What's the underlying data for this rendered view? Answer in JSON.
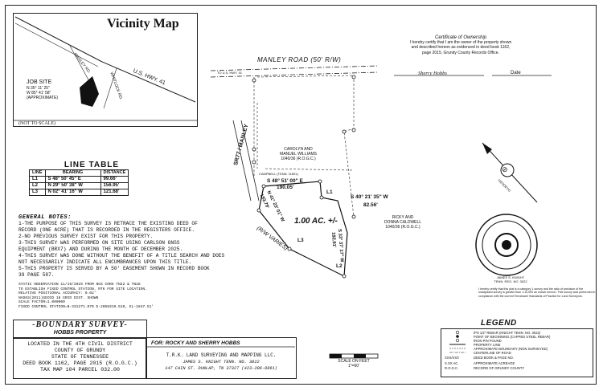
{
  "vicinity_map": {
    "title": "Vicinity Map",
    "road_manley": "MANLEY RD.",
    "road_whitlock": "WHITLOCK RD.",
    "highway": "U.S. HWY. 41",
    "job_site_label": "JOB SITE",
    "job_site_coords": [
      "N 35° 11' 25\"",
      "W 85° 41' 58\""
    ],
    "job_site_approx": "(APPROXIMATE)",
    "not_to_scale": "(NOT TO SCALE)"
  },
  "certificate": {
    "title": "Certificate of Ownership",
    "text": [
      "I hereby certify that I am the owner of the property shown",
      "and described hereon as evidenced in deed book 1162,",
      "page 2015, Grundy County Records Office."
    ],
    "signature": "Sherry Hobbs",
    "date_label": "Date"
  },
  "plat": {
    "road_label": "MANLEY ROAD (50' R/W)",
    "to_hwy": "TO U.S. HWY. 41",
    "rd_vertical": "SR77 / MANLEY",
    "adjoiner_1": [
      "CAROLYN AND",
      "MANUEL WILLIAMS",
      "1040/36 (R.O.G.C.)"
    ],
    "adjoiner_2": [
      "RICKY AND",
      "DONNA CALDWELL",
      "1040/36 (R.O.G.C.)"
    ],
    "adjoiner_3": "CAMPBELL (TENN. 11801)",
    "bearing_top": "S 48° 51' 00\" E",
    "dist_top": "190.05'",
    "bearing_right": "S 40° 21' 35\" W",
    "dist_right": "82.56'",
    "bearing_left": "N 41° 23' 01\" W",
    "dist_left": "193.79'",
    "bearing_side": "S 33° 37' 17\" W",
    "dist_side": "192.91'",
    "area": "1.00 AC. +/-",
    "rw_varies": "(R/W VARIES)",
    "l1": "L1",
    "l2": "L2",
    "l3": "L3",
    "north": "GEODETIC"
  },
  "line_table": {
    "title": "LINE TABLE",
    "headers": [
      "LINE",
      "BEARING",
      "DISTANCE"
    ],
    "rows": [
      [
        "L1",
        "S 48° 50' 45\" E",
        "99.66'"
      ],
      [
        "L2",
        "N 29° 50' 38\" W",
        "156.95'"
      ],
      [
        "L3",
        "N 02° 41' 16\" W",
        "121.68'"
      ]
    ]
  },
  "notes": {
    "title": "GENERAL NOTES:",
    "items": [
      "1-THE PURPOSE OF THIS SURVEY IS RETRACE THE EXISTING DEED OF",
      "RECORD (ONE ACRE) THAT IS RECORDED IN THE REGISTERS OFFICE.",
      "2-NO PREVIOUS SURVEY EXIST FOR THIS PROPERTY.",
      "3-THIS SURVEY WAS PERFORMED ON SITE  USING CARLSON GNSS",
      "EQUIPMENT (BRX7) AND DURING THE MONTH OF DECEMBER 2025.",
      "4-THIS SURVEY WAS DONE WITHOUT THE BENEFIT OF A TITLE SEARCH AND DOES",
      "NOT NECESSARILY INDICATE ALL ENCUMBRANCES UPON THIS TITLE.",
      "5-THIS PROPERTY IS SERVED BY A 50' EASEMENT SHOWN IN RECORD BOOK",
      "39 PAGE 587."
    ]
  },
  "static_obs": [
    "STATIC OBSERVATION 11/19/2025 FROM NGS CORS TN22 & TN28",
    "TO ESTABLISH FIXED CONTROL STATION. RTK FOR SITE LOCATION.",
    "RELATIVE POSITIONAL ACCURACY: 0.02'",
    "NAD83(2011)GEOID 18 GRID DIST. SHOWN",
    "SCALE FACTOR=1.000000",
    "FIXED CONTROL STATION=N-331271.079 E-2058319.510, EL-1847.51'"
  ],
  "title_block": {
    "heading": "-BOUNDARY SURVEY-",
    "property": "HOBBS PROPERTY",
    "location": [
      "LOCATED IN THE 4TH CIVIL DISTRICT",
      "COUNTY OF GRUNDY",
      "STATE OF TENNESSEE",
      "DEED BOOK 1162, PAGE 2015 (R.O.G.C.)",
      "TAX MAP 104 PARCEL 032.00"
    ],
    "for": "FOR: ROCKY AND SHERRY HOBBS",
    "firm": "T.R.K. LAND SURVEYING AND MAPPING LLC.",
    "surveyor": "JAMES S. KNIGHT TENN. NO. 3022",
    "address": "147 CAIN ST. DUNLAP, TN 37327 (423-206-8861)",
    "scale_label": "SCALE ON FEET",
    "scale_value": "1\"=60'"
  },
  "seal": {
    "line1": "JAMES S. KNIGHT",
    "line2": "TENN. REG. NO. 3022"
  },
  "surveyor_cert": "I hereby certify that this plat is a category 1 survey and the ratio of precision of the unadjusted survey is greater than 1:10,000 as shown hereon. This survey was performed in compliance with the current Tennessee Standards of Practice for Land Surveyors.",
  "legend": {
    "title": "LEGEND",
    "items": [
      "IPS 1/2\" REBAR (KNIGHT TENN. NO. 3022)",
      "POINT OF BEGINNING (CAPPED STEEL REBAR)",
      "IRON PIN FOUND",
      "PROPERTY LINE",
      "APPROXIMATE BOUNDARY (NON SURVEYED)",
      "CENTERLINE OF ROAD",
      "DEED BOOK & PAGE NO.",
      "APPROXIMATE ACREAGE",
      "RECORD OF GRUNDY COUNTY"
    ],
    "sym_deed": "XXX/XXX",
    "sym_acre": "X.XX AC.",
    "sym_rogc": "R.O.G.C."
  }
}
